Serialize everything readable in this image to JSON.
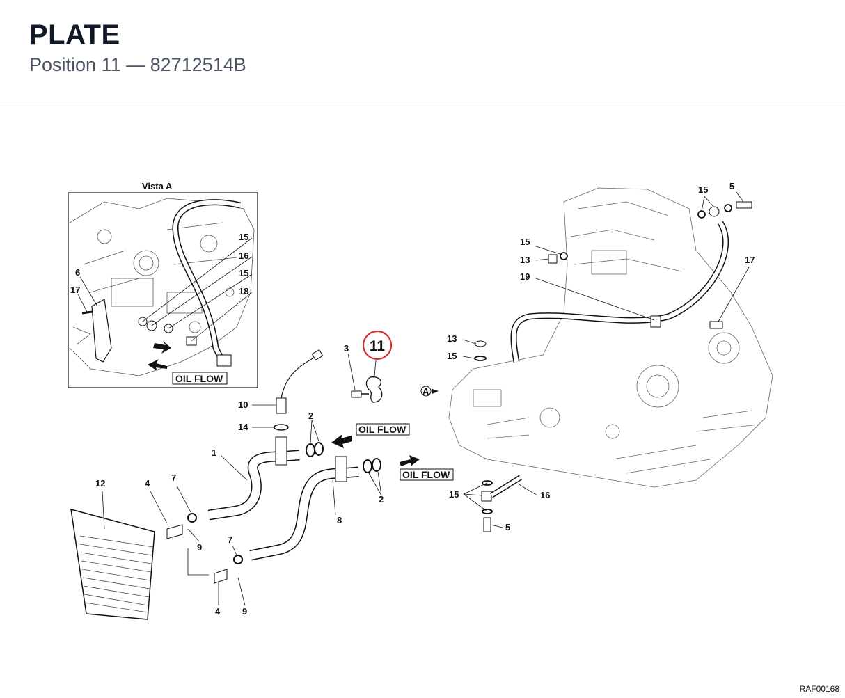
{
  "header": {
    "title": "PLATE",
    "subtitle": "Position 11 — 82712514B"
  },
  "diagram": {
    "vista_title": "Vista A",
    "oil_flow_label": "OIL FLOW",
    "view_marker": "A",
    "highlight_number": "11",
    "callouts": {
      "vista": [
        "15",
        "16",
        "15",
        "18",
        "6",
        "17"
      ],
      "center": [
        "3",
        "10",
        "14",
        "2",
        "1",
        "12",
        "4",
        "7",
        "9",
        "7",
        "4",
        "9",
        "8",
        "2"
      ],
      "right": [
        "15",
        "5",
        "15",
        "13",
        "19",
        "17",
        "13",
        "15",
        "15",
        "16",
        "5"
      ]
    },
    "reference_code": "RAF00168",
    "accent_color": "#d32f2f"
  }
}
